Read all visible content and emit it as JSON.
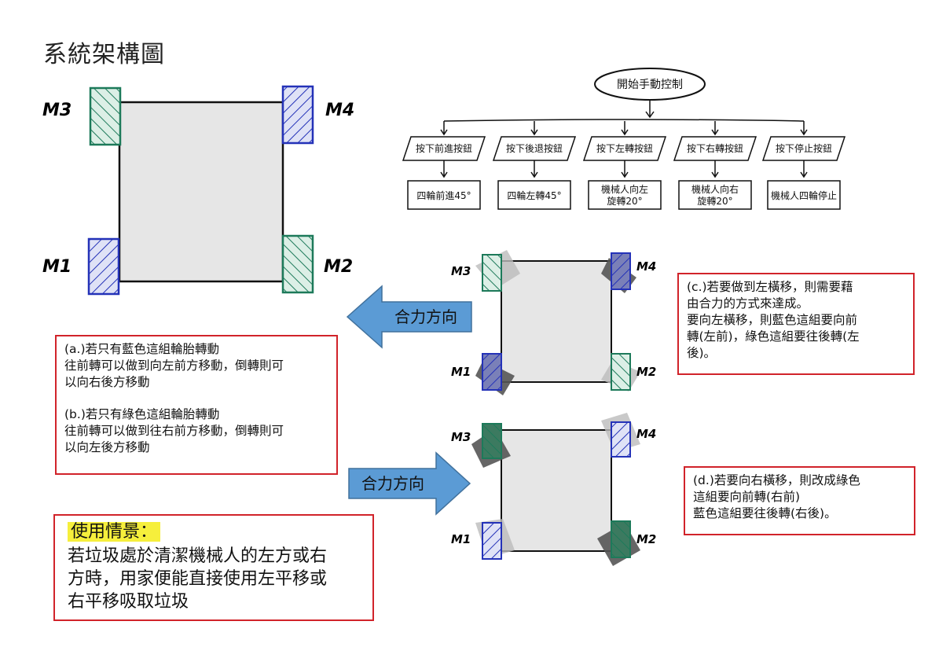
{
  "title": "系統架構圖",
  "wheels": {
    "m1": "M1",
    "m2": "M2",
    "m3": "M3",
    "m4": "M4"
  },
  "colors": {
    "blue": "#2432b8",
    "green": "#1d7a5a",
    "red_border": "#d1232a",
    "arrow": "#5b9bd5",
    "highlight": "#f6ef3c"
  },
  "flowchart": {
    "root": "開始手動控制",
    "buttons": [
      "按下前進按鈕",
      "按下後退按鈕",
      "按下左轉按鈕",
      "按下右轉按鈕",
      "按下停止按鈕"
    ],
    "results": [
      "四輪前進45°",
      "四輪左轉45°",
      "機械人向左旋轉20°",
      "機械人向右旋轉20°",
      "機械人四輪停止"
    ]
  },
  "arrows": {
    "left_label": "合力方向",
    "right_label": "合力方向"
  },
  "notes": {
    "a_title": "(a.)若只有藍色這組輪胎轉動",
    "a_body": "往前轉可以做到向左前方移動，倒轉則可\n以向右後方移動",
    "b_title": "(b.)若只有綠色這組輪胎轉動",
    "b_body": "往前轉可以做到往右前方移動，倒轉則可\n以向左後方移動",
    "c": "(c.)若要做到左橫移，則需要藉\n由合力的方式來達成。\n要向左橫移，則藍色這組要向前\n轉(左前)，綠色這組要往後轉(左\n後)。",
    "d": "(d.)若要向右橫移，則改成綠色\n這組要向前轉(右前)\n藍色這組要往後轉(右後)。"
  },
  "scenario": {
    "label": "使用情景：",
    "text": "若垃圾處於清潔機械人的左方或右\n方時，用家便能直接使用左平移或\n右平移吸取垃圾"
  }
}
